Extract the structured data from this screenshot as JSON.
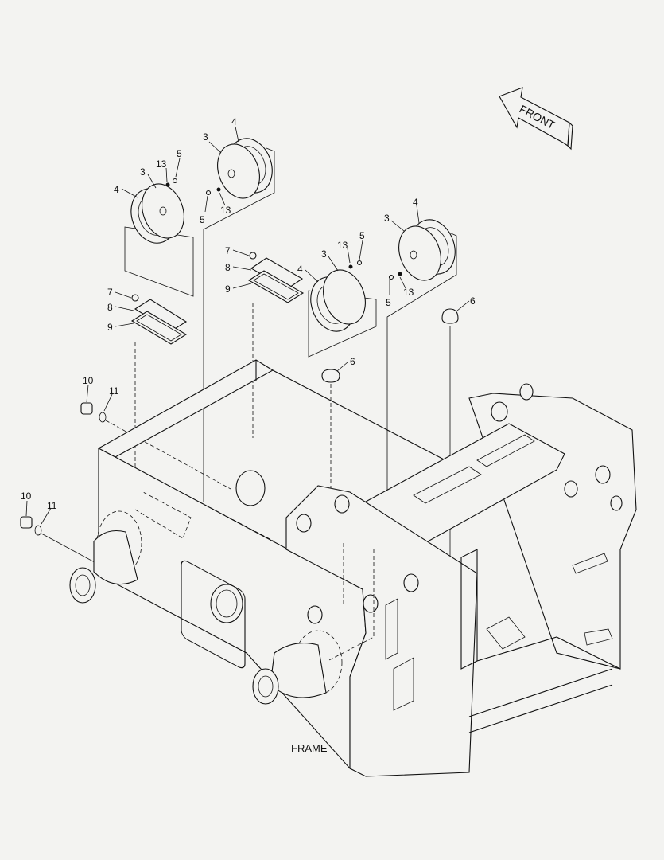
{
  "orientation_label": "FRONT",
  "caption": "FRAME",
  "callouts": {
    "c_3a": "3",
    "c_4a": "4",
    "c_5a": "5",
    "c_13a": "13",
    "c_3b": "3",
    "c_4b": "4",
    "c_5b": "5",
    "c_13b": "13",
    "c_3c": "3",
    "c_4c": "4",
    "c_5c": "5",
    "c_13c": "13",
    "c_3d": "3",
    "c_4d": "4",
    "c_5d": "5",
    "c_13d": "13",
    "c_7a": "7",
    "c_8a": "8",
    "c_9a": "9",
    "c_7b": "7",
    "c_8b": "8",
    "c_9b": "9",
    "c_6a": "6",
    "c_6b": "6",
    "c_10a": "10",
    "c_11a": "11",
    "c_10b": "10",
    "c_11b": "11"
  },
  "icons": [
    "front-arrow-icon"
  ]
}
